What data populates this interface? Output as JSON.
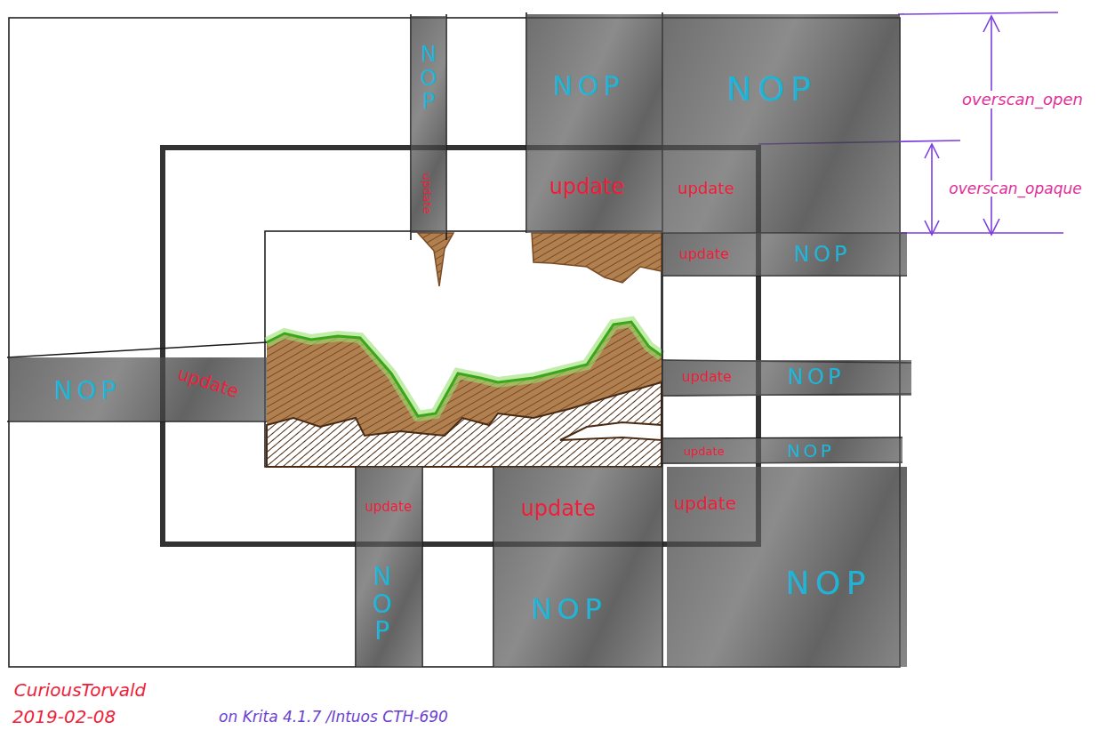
{
  "diagram": {
    "nodes": [
      {
        "text": [
          "NOP",
          "update"
        ]
      },
      {
        "text": [
          "NOP",
          "update"
        ]
      },
      {
        "text": [
          "NOP",
          "update"
        ]
      },
      {
        "text": [
          "update",
          "NOP"
        ]
      },
      {
        "text": [
          "NOP",
          "update"
        ]
      },
      {
        "text": [
          "update",
          "NOP"
        ]
      },
      {
        "text": [
          "update",
          "NOP"
        ]
      },
      {
        "text": [
          "update",
          "NOP"
        ]
      },
      {
        "text": [
          "update",
          "NOP"
        ]
      },
      {
        "text": [
          "update",
          "NOP"
        ]
      }
    ],
    "labels": [
      "overscan_open",
      "overscan_opaque",
      "CuriousTorvald",
      "2019-02-08",
      "on Krita 4.1.7 /Intuos CTH-690"
    ]
  }
}
